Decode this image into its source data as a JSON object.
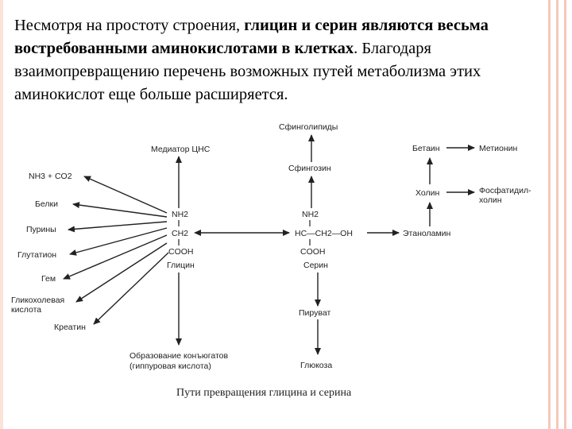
{
  "intro": {
    "part1": "Несмотря на простоту строения, ",
    "bold": "глицин и серин являются весьма востребованными аминокислотами в клетках",
    "part2": ". Благодаря взаимопревращению перечень возможных путей метаболизма этих аминокислот еще больше расширяется."
  },
  "glycine": {
    "nh2": "NH2",
    "ch2": "CH2",
    "cooh": "COOH",
    "name": "Глицин"
  },
  "serine": {
    "nh2": "NH2",
    "chain": "HC—CH2—OH",
    "cooh": "COOH",
    "name": "Серин"
  },
  "glycine_products": {
    "nh3_co2": "NH3 + CO2",
    "proteins": "Белки",
    "purines": "Пурины",
    "glutathione": "Глутатион",
    "heme": "Гем",
    "glycocholic_1": "Гликохолевая",
    "glycocholic_2": "кислота",
    "creatine": "Креатин",
    "mediator": "Медиатор ЦНС",
    "conjugates_1": "Образование конъюгатов",
    "conjugates_2": "(гиппуровая кислота)"
  },
  "serine_products": {
    "sphingolipids": "Сфинголипиды",
    "sphingosine": "Сфингозин",
    "pyruvate": "Пируват",
    "glucose": "Глюкоза"
  },
  "ethanolamine_branch": {
    "ethanolamine": "Этаноламин",
    "choline": "Холин",
    "betaine": "Бетаин",
    "methionine": "Метионин",
    "phosphatidyl_1": "Фосфатидил-",
    "phosphatidyl_2": "холин"
  },
  "caption": "Пути превращения глицина и серина"
}
